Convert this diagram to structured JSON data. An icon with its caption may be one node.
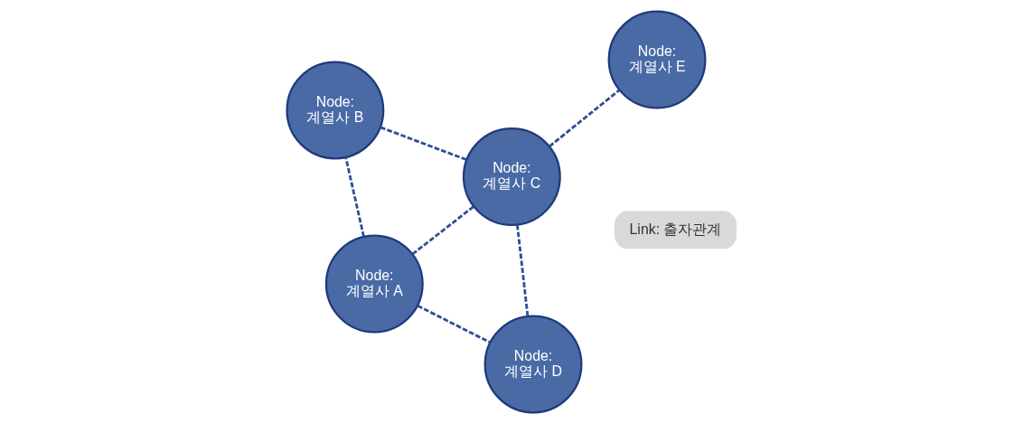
{
  "diagram": {
    "nodes": [
      {
        "text": [
          "Node: 계열사 A"
        ]
      },
      {
        "text": [
          "Link: 출자관계"
        ]
      },
      {
        "text": [
          "Node: 계열사 D"
        ]
      },
      {
        "text": [
          "Node: 계열사 C"
        ]
      },
      {
        "text": [
          "Node: 계열사 B"
        ]
      },
      {
        "text": [
          "Node: 계열사 E"
        ]
      }
    ],
    "edges": [
      {
        "from": 0,
        "to": 2,
        "arrow": "none",
        "style": "dashed"
      },
      {
        "from": 0,
        "to": 3,
        "arrow": "none",
        "style": "dashed"
      },
      {
        "from": 0,
        "to": 4,
        "arrow": "none",
        "style": "dashed"
      },
      {
        "from": 3,
        "to": 2,
        "arrow": "none",
        "style": "dashed"
      },
      {
        "from": 4,
        "to": 3,
        "arrow": "none",
        "style": "dashed"
      },
      {
        "from": 3,
        "to": 5,
        "arrow": "none",
        "style": "dashed"
      }
    ]
  }
}
